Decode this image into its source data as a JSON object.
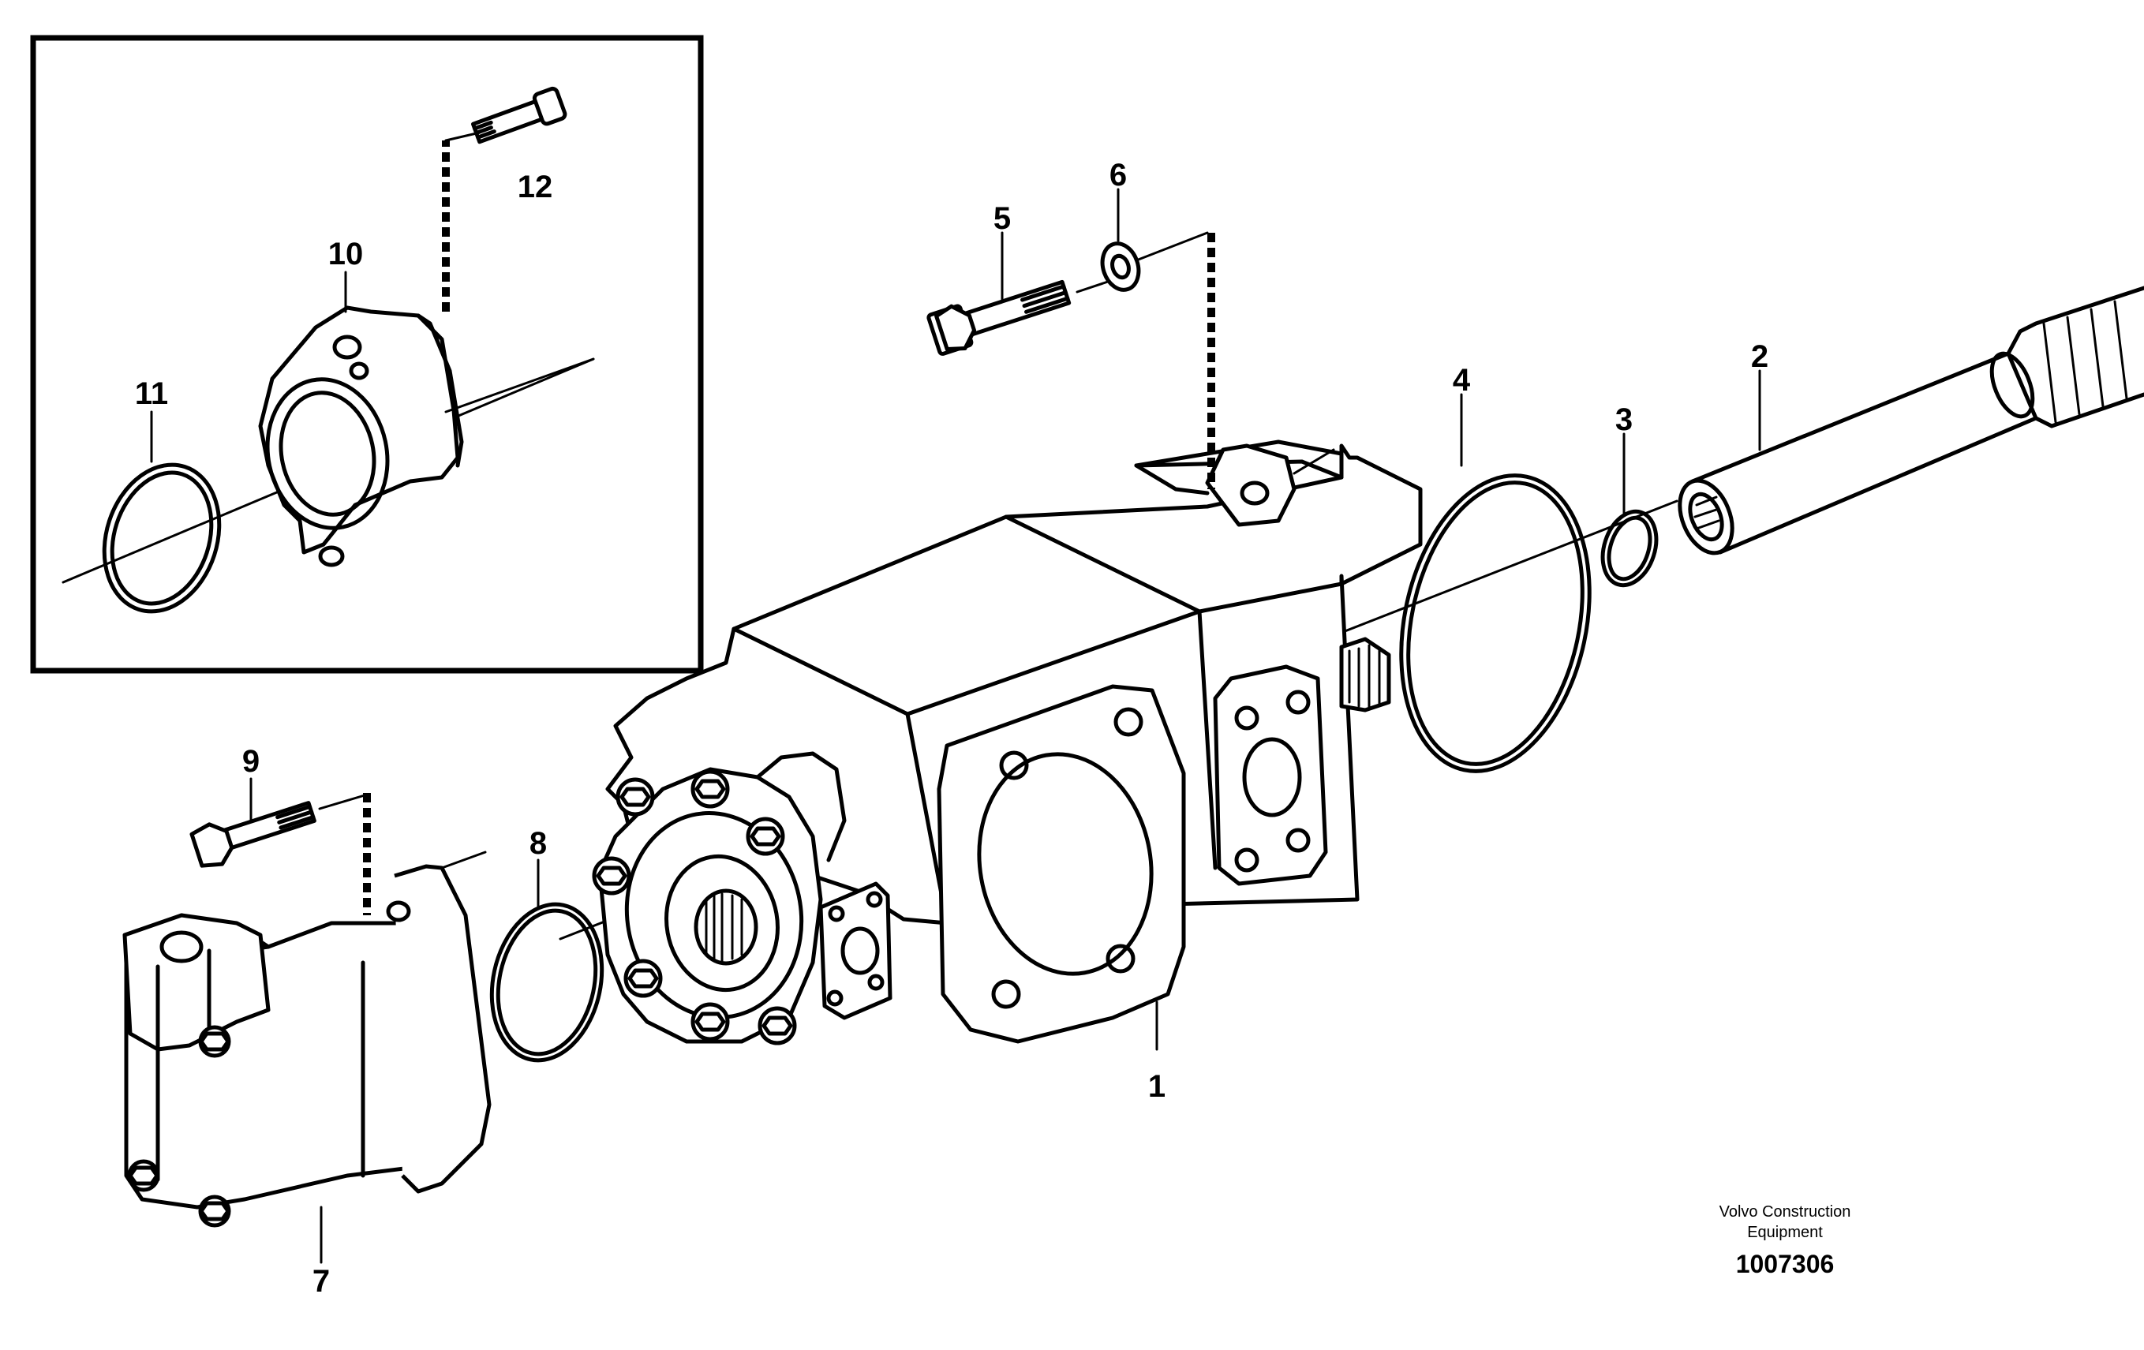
{
  "callouts": {
    "c1": "1",
    "c2": "2",
    "c3": "3",
    "c4": "4",
    "c5": "5",
    "c6": "6",
    "c7": "7",
    "c8": "8",
    "c9": "9",
    "c10": "10",
    "c11": "11",
    "c12": "12"
  },
  "footer": {
    "manufacturer_line1": "Volvo Construction",
    "manufacturer_line2": "Equipment",
    "illustration_number": "1007306"
  }
}
